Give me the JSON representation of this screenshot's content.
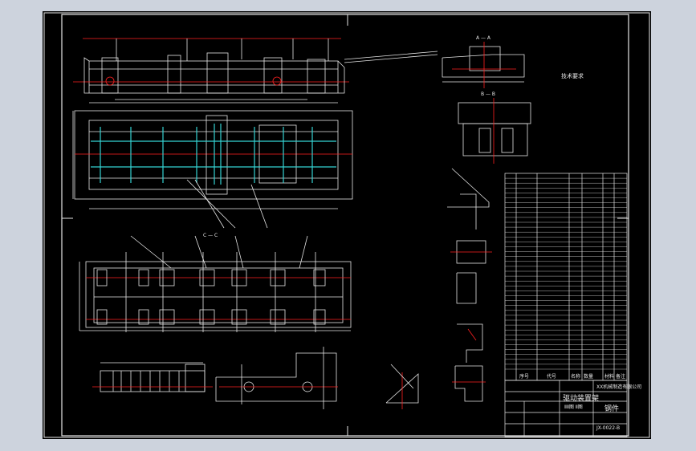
{
  "sheet": {
    "background_color": "#cdd3dd",
    "paper_color": "#000000",
    "line_color": "#e6e6e6",
    "center_line_color": "#ff2020",
    "hidden_line_color": "#34d3d3"
  },
  "title_block": {
    "drawing_title_line1": "驱动装置架",
    "drawing_title_line2": "ⅡⅡ图 Ⅱ图",
    "company": "XX机械制造有限公司",
    "material_label": "钢件",
    "drawing_number": "JX-0022-B"
  },
  "bom_header": {
    "no": "序号",
    "code": "代号",
    "name": "名称",
    "qty": "数量",
    "material": "材料",
    "remark": "备注"
  },
  "tech_notes_title": "技术要求",
  "section_labels": {
    "section_a": "A — A",
    "section_b": "B — B",
    "section_c": "C — C"
  }
}
